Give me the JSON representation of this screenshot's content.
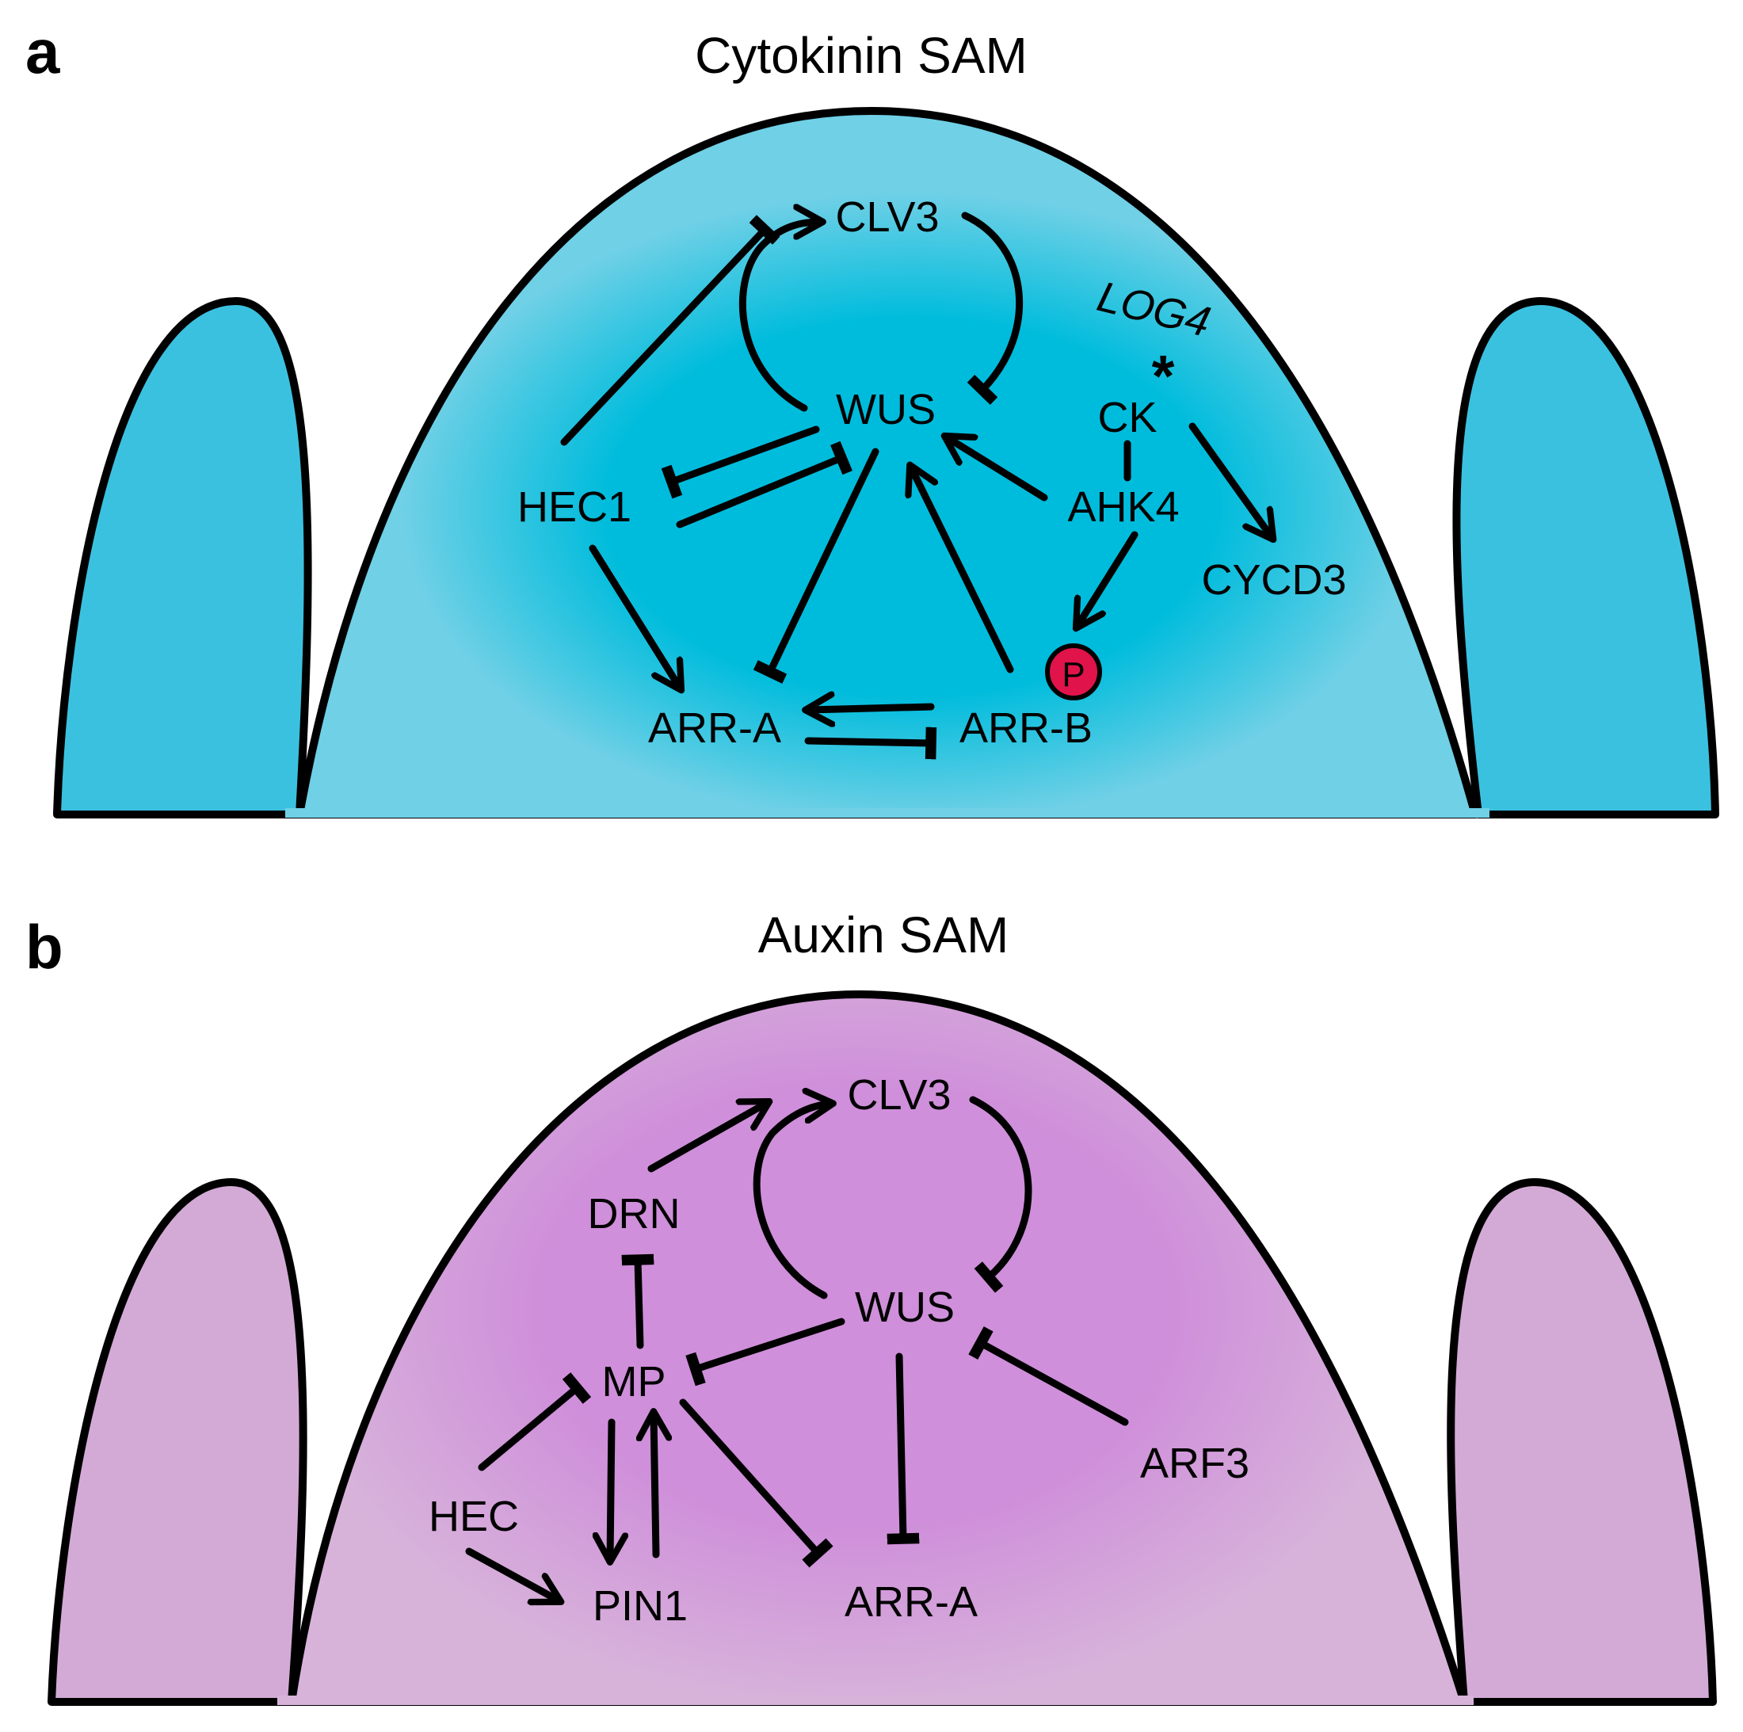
{
  "panels": [
    {
      "id": "a",
      "letter": "a",
      "title": "Cytokinin SAM",
      "colors": {
        "tissue": "#3bc1e0",
        "center": "#00bcdc",
        "edge": "#6fd0e6"
      },
      "nodes": {
        "clv3": "CLV3",
        "wus": "WUS",
        "hec1": "HEC1",
        "arr_a": "ARR-A",
        "arr_b": "ARR-B",
        "ahk4": "AHK4",
        "ck": "CK",
        "log4": "LOG4",
        "log4_mark": "*",
        "cycd3": "CYCD3",
        "phospho": "P"
      },
      "node_colors": {
        "ck": "#d63ad6",
        "phospho": "#e0134a"
      }
    },
    {
      "id": "b",
      "letter": "b",
      "title": "Auxin SAM",
      "colors": {
        "tissue": "#d3aad6",
        "center": "#cf8fda",
        "edge": "#d7b3da"
      },
      "nodes": {
        "clv3": "CLV3",
        "drn": "DRN",
        "wus": "WUS",
        "mp": "MP",
        "hec": "HEC",
        "pin1": "PIN1",
        "arr_a": "ARR-A",
        "arf3": "ARF3"
      }
    }
  ]
}
